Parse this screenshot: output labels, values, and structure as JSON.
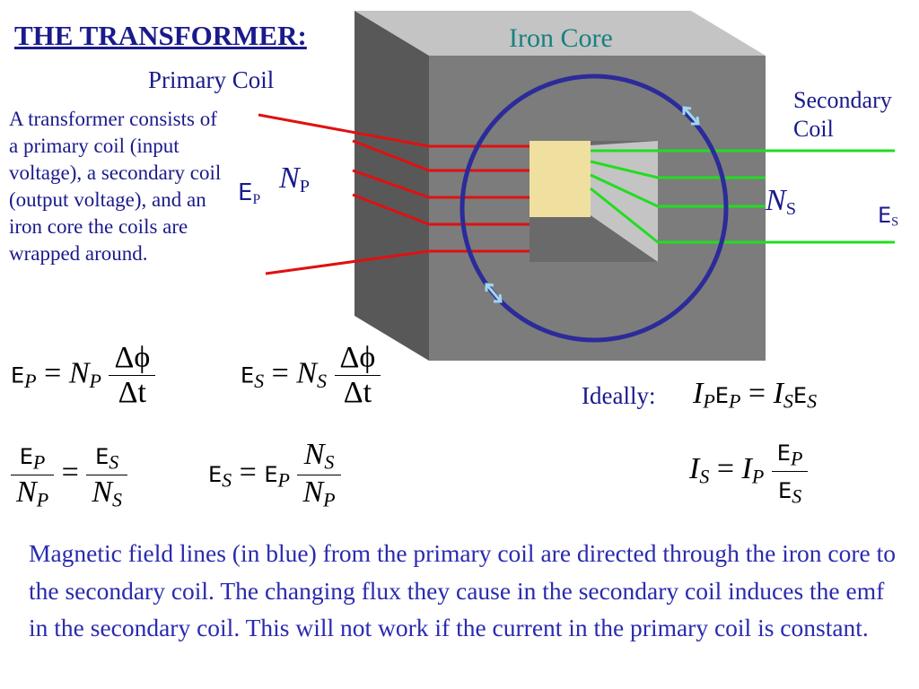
{
  "title": "THE TRANSFORMER:",
  "labels": {
    "iron_core": "Iron Core",
    "primary_coil": "Primary Coil",
    "secondary_coil_line1": "Secondary",
    "secondary_coil_line2": "Coil"
  },
  "description": "A transformer consists of a primary coil (input voltage), a secondary coil (output voltage), and an iron core the coils are wrapped around.",
  "symbols": {
    "E": "E",
    "N": "N",
    "I": "I",
    "P": "P",
    "S": "S",
    "delta_phi": "Δϕ",
    "delta_t": "Δt",
    "equals": "="
  },
  "ideally_label": "Ideally:",
  "bottom_text": "Magnetic field lines (in blue) from the primary coil are directed through the iron core to the secondary coil.  The changing flux they cause in the secondary coil induces the emf in the secondary coil.  This will not work if the current in the primary coil is constant.",
  "colors": {
    "primary_wire": "#e01010",
    "secondary_wire": "#22dd22",
    "field_line": "#2b2b9a",
    "core_front": "#7a7a7a",
    "core_top": "#c8c8c8",
    "core_side": "#5a5a5a",
    "coil_face": "#efe0a0",
    "text_blue": "#1a1a8c"
  }
}
